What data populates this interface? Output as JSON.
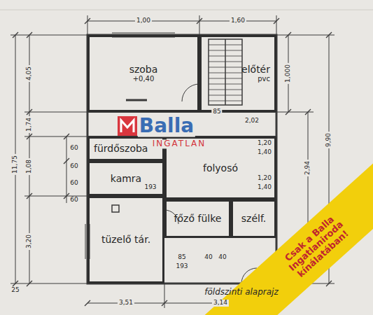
{
  "diagram": {
    "nodes": [
      {
        "text": [
          "szoba",
          "+0,40"
        ]
      },
      {
        "text": [
          "előtér",
          "pvc"
        ]
      },
      {
        "text": [
          "fürdőszoba"
        ]
      },
      {
        "text": [
          "folyosó"
        ]
      },
      {
        "text": [
          "kamra"
        ]
      },
      {
        "text": [
          "tüzelő tár."
        ]
      },
      {
        "text": [
          "főző fülke"
        ]
      },
      {
        "text": [
          "szélf."
        ]
      }
    ],
    "edges": [],
    "labels": [
      "Balla",
      "INGATLAN",
      "Csak a Balla Ingatlaniroda kínálatában!",
      "földszinti alaprajz",
      "4,05",
      "11,75",
      "1,74",
      "1,08",
      "3,20",
      "60",
      "60",
      "60",
      "60",
      "25",
      "1,00",
      "1,60",
      "85",
      "2,02",
      "1,000",
      "1,20",
      "1,40",
      "1,20",
      "1,40",
      "2,94",
      "9,90",
      "85",
      "193",
      "193",
      "40",
      "40",
      "3,51",
      "3,14"
    ]
  }
}
